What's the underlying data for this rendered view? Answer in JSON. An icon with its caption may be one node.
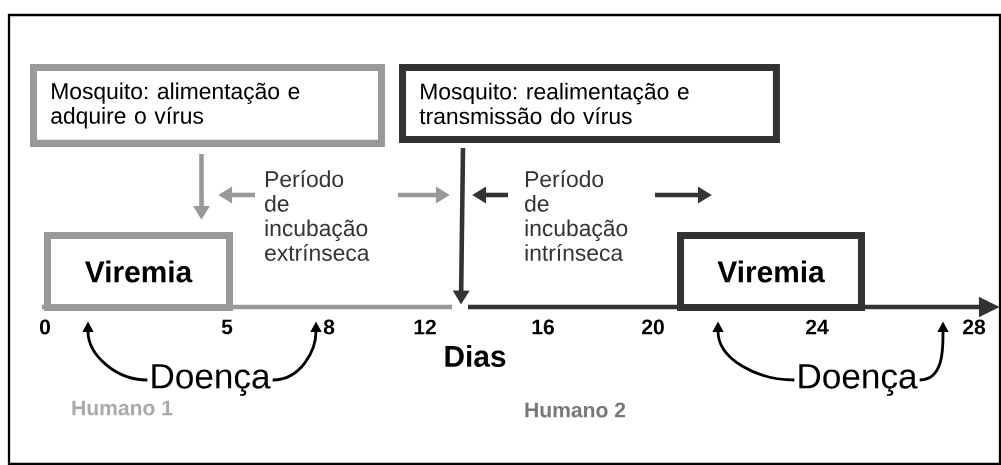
{
  "diagram": {
    "nodes": [
      {
        "text": [
          "Mosquito: alimentação e adquire o vírus"
        ]
      },
      {
        "text": [
          "Mosquito: realimentação e transmissão do vírus"
        ]
      },
      {
        "text": [
          "Viremia"
        ]
      },
      {
        "text": [
          "Viremia"
        ]
      },
      {
        "text": [
          "Doença"
        ]
      },
      {
        "text": [
          "Doença"
        ]
      },
      {
        "text": [],
        "shape": "line"
      }
    ],
    "edges": [
      {
        "from": 0,
        "to": 2,
        "arrow": "to",
        "color": "#999999"
      },
      {
        "from": 1,
        "to": 6,
        "arrow": "to"
      },
      {
        "from": 4,
        "to": 6,
        "arrow": "to"
      },
      {
        "from": 4,
        "to": 6,
        "arrow": "to"
      },
      {
        "from": 5,
        "to": 6,
        "arrow": "to"
      },
      {
        "from": 5,
        "to": 6,
        "arrow": "to"
      }
    ],
    "labels": [
      "Período de incubação extrínseca",
      "Período de incubação intrínseca",
      "0",
      "5",
      "8",
      "12",
      "16",
      "20",
      "24",
      "28",
      "Dias",
      "Humano 1",
      "Humano 2"
    ]
  }
}
